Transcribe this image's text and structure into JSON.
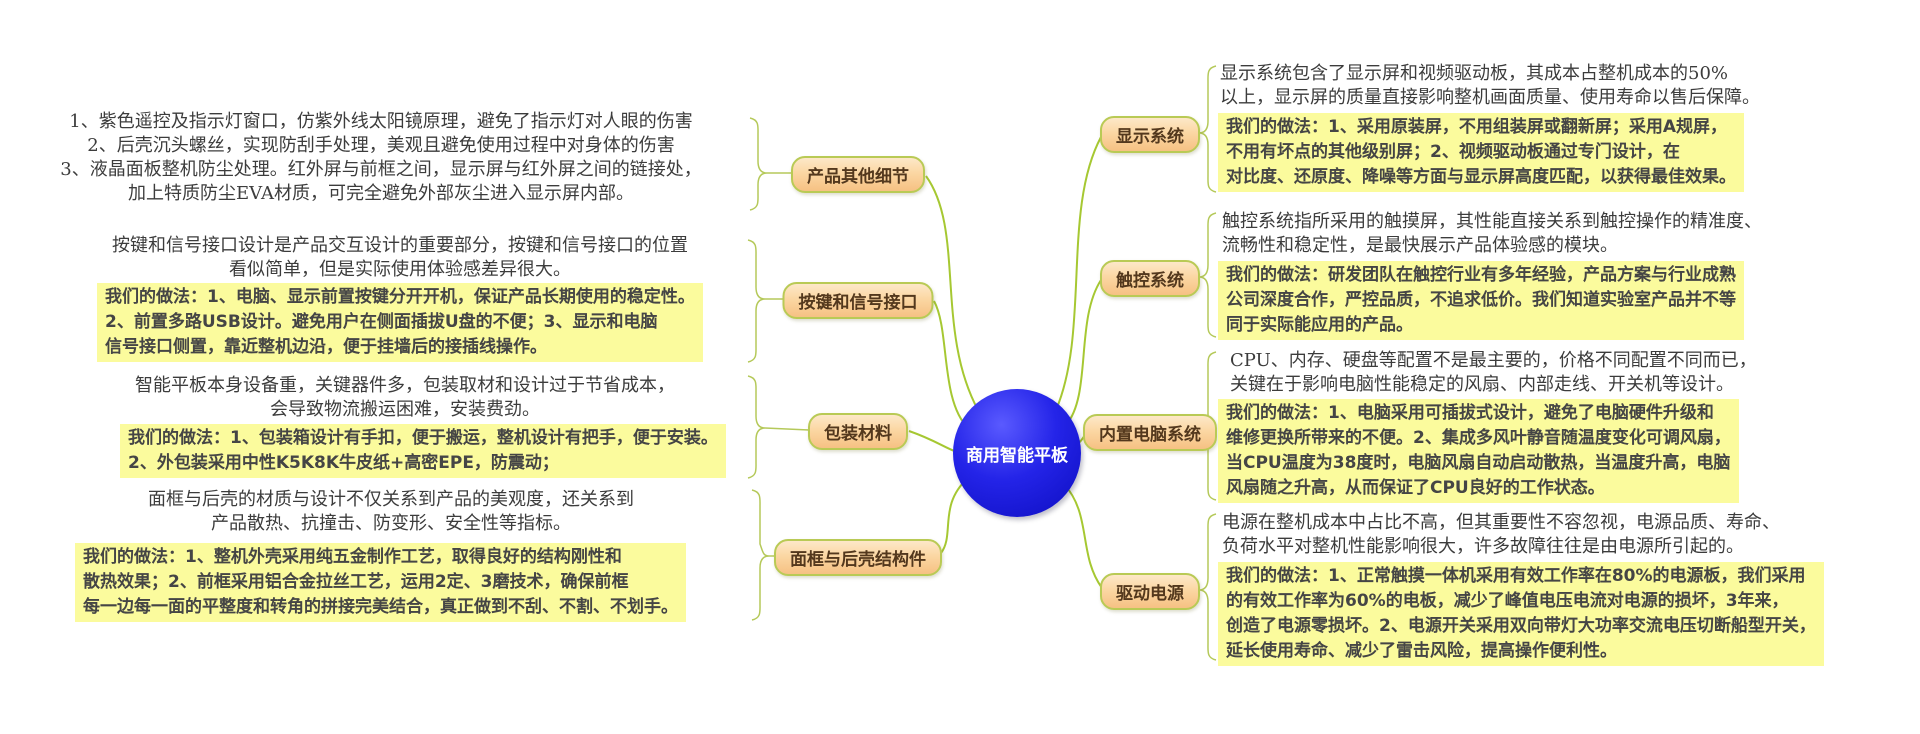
{
  "center": {
    "label": "商用智能平板"
  },
  "colors": {
    "background": "#ffffff",
    "center_fill": "#2424e8",
    "center_text": "#ffffff",
    "branch_line": "#a6c832",
    "node_fill": "#fbd7a3",
    "node_border": "#b9ca55",
    "node_text": "#53381d",
    "highlight_bg": "#fbfb9d",
    "highlight_text": "#454545",
    "plain_text": "#3c3c3c"
  },
  "left_branches": [
    {
      "label": "产品其他细节",
      "description_lines": [
        "1、紫色遥控及指示灯窗口，仿紫外线太阳镜原理，避免了指示灯对人眼的伤害",
        "2、后壳沉头螺丝，实现防刮手处理，美观且避免使用过程中对身体的伤害",
        "3、液晶面板整机防尘处理。红外屏与前框之间，显示屏与红外屏之间的链接处，",
        "加上特质防尘EVA材质，可完全避免外部灰尘进入显示屏内部。"
      ],
      "practice_lines": []
    },
    {
      "label": "按键和信号接口",
      "description_lines": [
        "按键和信号接口设计是产品交互设计的重要部分，按键和信号接口的位置",
        "看似简单，但是实际使用体验感差异很大。"
      ],
      "practice_lines": [
        "我们的做法：1、电脑、显示前置按键分开开机，保证产品长期使用的稳定性。",
        "2、前置多路USB设计。避免用户在侧面插拔U盘的不便；3、显示和电脑",
        "信号接口侧置，靠近整机边沿，便于挂墙后的接插线操作。"
      ]
    },
    {
      "label": "包装材料",
      "description_lines": [
        "智能平板本身设备重，关键器件多，包装取材和设计过于节省成本，",
        "会导致物流搬运困难，安装费劲。"
      ],
      "practice_lines": [
        "我们的做法：1、包装箱设计有手扣，便于搬运，整机设计有把手，便于安装。",
        "2、外包装采用中性K5K8K牛皮纸+高密EPE，防震动；"
      ]
    },
    {
      "label": "面框与后壳结构件",
      "description_lines": [
        "面框与后壳的材质与设计不仅关系到产品的美观度，还关系到",
        "产品散热、抗撞击、防变形、安全性等指标。"
      ],
      "practice_lines": [
        "我们的做法：1、整机外壳采用纯五金制作工艺，取得良好的结构刚性和",
        "散热效果；2、前框采用铝合金拉丝工艺，运用2定、3磨技术，确保前框",
        "每一边每一面的平整度和转角的拼接完美结合，真正做到不刮、不割、不划手。"
      ]
    }
  ],
  "right_branches": [
    {
      "label": "显示系统",
      "description_lines": [
        "显示系统包含了显示屏和视频驱动板，其成本占整机成本的50%",
        "以上，显示屏的质量直接影响整机画面质量、使用寿命以售后保障。"
      ],
      "practice_lines": [
        "我们的做法：1、采用原装屏，不用组装屏或翻新屏；采用A规屏，",
        "不用有坏点的其他级别屏；2、视频驱动板通过专门设计，在",
        "对比度、还原度、降噪等方面与显示屏高度匹配，以获得最佳效果。"
      ]
    },
    {
      "label": "触控系统",
      "description_lines": [
        "触控系统指所采用的触摸屏，其性能直接关系到触控操作的精准度、",
        "流畅性和稳定性，是最快展示产品体验感的模块。"
      ],
      "practice_lines": [
        "我们的做法：研发团队在触控行业有多年经验，产品方案与行业成熟",
        "公司深度合作，严控品质，不追求低价。我们知道实验室产品并不等",
        "同于实际能应用的产品。"
      ]
    },
    {
      "label": "内置电脑系统",
      "description_lines": [
        "CPU、内存、硬盘等配置不是最主要的，价格不同配置不同而已，",
        "关键在于影响电脑性能稳定的风扇、内部走线、开关机等设计。"
      ],
      "practice_lines": [
        "我们的做法：1、电脑采用可插拔式设计，避免了电脑硬件升级和",
        "维修更换所带来的不便。2、集成多风叶静音随温度变化可调风扇，",
        "当CPU温度为38度时，电脑风扇自动启动散热，当温度升高，电脑",
        "风扇随之升高，从而保证了CPU良好的工作状态。"
      ]
    },
    {
      "label": "驱动电源",
      "description_lines": [
        "电源在整机成本中占比不高，但其重要性不容忽视，电源品质、寿命、",
        "负荷水平对整机性能影响很大，许多故障往往是由电源所引起的。"
      ],
      "practice_lines": [
        "我们的做法：1、正常触摸一体机采用有效工作率在80%的电源板，我们采用",
        "的有效工作率为60%的电板，减少了峰值电压电流对电源的损坏，3年来，",
        "创造了电源零损坏。2、电源开关采用双向带灯大功率交流电压切断船型开关，",
        "延长使用寿命、减少了雷击风险，提高操作便利性。"
      ]
    }
  ]
}
